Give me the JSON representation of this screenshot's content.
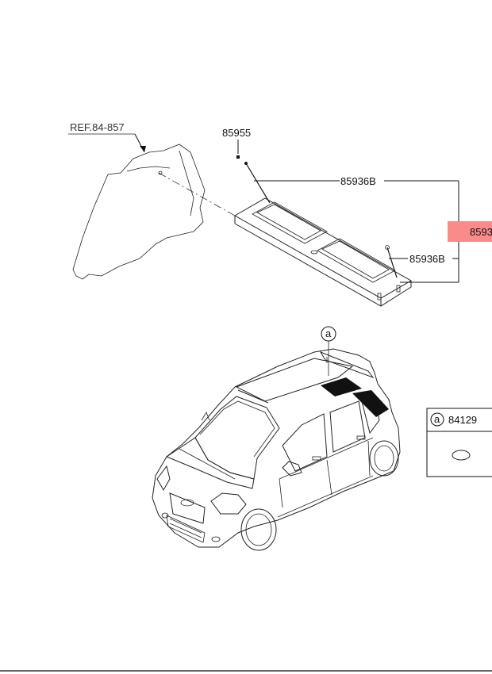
{
  "labels": {
    "ref": "REF.84-857",
    "part_85955": "85955",
    "part_85936b_top": "85936B",
    "part_85936b_bottom": "85936B",
    "part_cut": "8593",
    "callout_a_car": "a",
    "callout_a_box": "a",
    "part_84129": "84129"
  },
  "colors": {
    "highlight": "#f98b8b",
    "line": "#222222",
    "pad": "#111111"
  },
  "icons": {
    "callout": "circle-letter-a-icon",
    "clip": "clip-icon",
    "grommet": "oval-plug-icon"
  }
}
